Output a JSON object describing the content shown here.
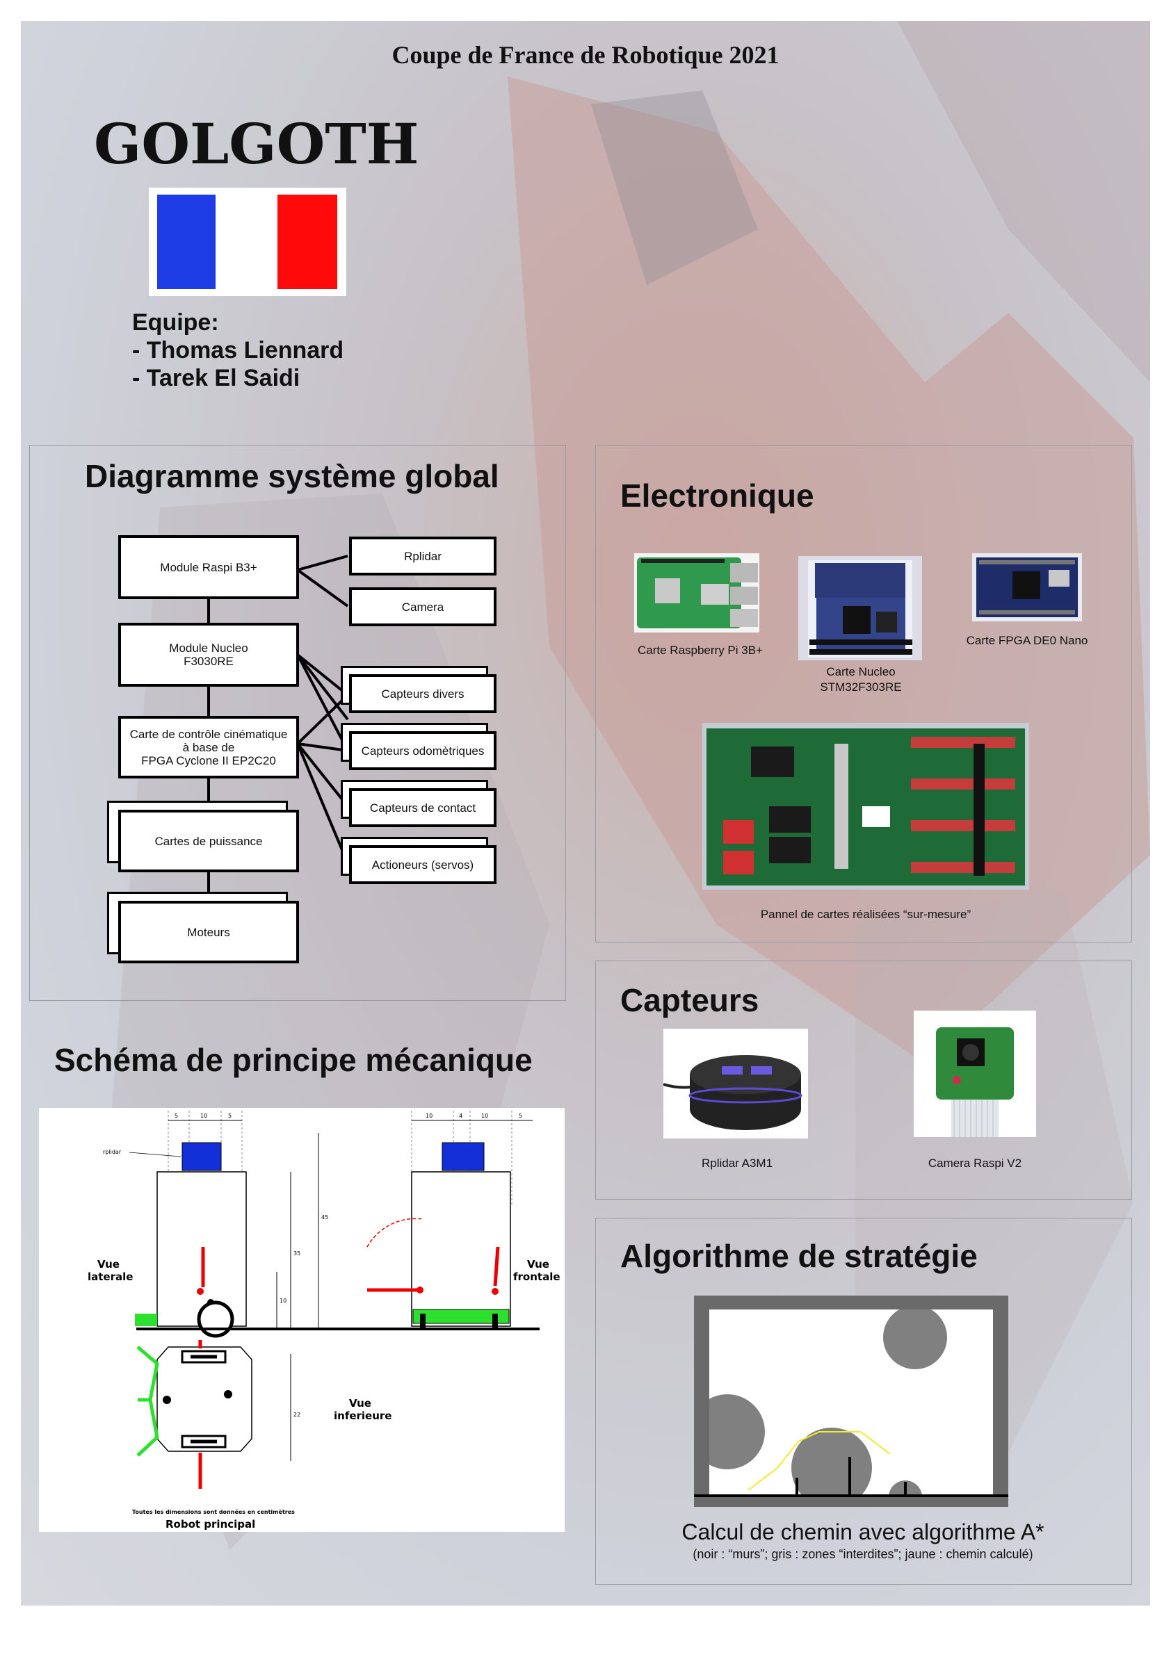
{
  "poster": {
    "title": "Coupe de France de Robotique 2021",
    "team_name": "GOLGOTH",
    "team_label": "Equipe:",
    "members": [
      "- Thomas Liennard",
      "- Tarek El Saidi"
    ]
  },
  "diagram": {
    "title": "Diagramme système global",
    "raspi": "Module Raspi B3+",
    "rplidar": "Rplidar",
    "camera": "Camera",
    "nucleo_1": "Module Nucleo",
    "nucleo_2": "F3030RE",
    "ctrl_1": "Carte de contrôle cinématique",
    "ctrl_2": "à base de",
    "ctrl_3": "FPGA Cyclone II EP2C20",
    "capteurs_divers": "Capteurs divers",
    "capteurs_odo": "Capteurs odomètriques",
    "capteurs_contact": "Capteurs de contact",
    "actionneurs": "Actioneurs (servos)",
    "puissance": "Cartes de puissance",
    "moteurs": "Moteurs"
  },
  "meca": {
    "title": "Schéma de principe mécanique",
    "vue_laterale_1": "Vue",
    "vue_laterale_2": "laterale",
    "vue_frontale_1": "Vue",
    "vue_frontale_2": "frontale",
    "vue_inferieure_1": "Vue",
    "vue_inferieure_2": "inferieure",
    "rplidar_label": "rplidar",
    "dims_note": "Toutes les dimensions sont données en centimètres",
    "caption": "Robot principal",
    "dims": [
      "5",
      "10",
      "5",
      "10",
      "4",
      "10",
      "5",
      "45",
      "35",
      "10",
      "22"
    ]
  },
  "electronique": {
    "title": "Electronique",
    "raspberry": "Carte Raspberry Pi 3B+",
    "nucleo_1": "Carte Nucleo",
    "nucleo_2": "STM32F303RE",
    "fpga": "Carte FPGA DE0 Nano",
    "pannel": "Pannel de cartes réalisées “sur-mesure”"
  },
  "capteurs": {
    "title": "Capteurs",
    "rplidar": "Rplidar A3M1",
    "camera": "Camera Raspi V2"
  },
  "algo": {
    "title": "Algorithme de stratégie",
    "caption": "Calcul de chemin avec algorithme A*",
    "legend": "(noir : “murs”; gris : zones “interdites”; jaune : chemin calculé)"
  }
}
